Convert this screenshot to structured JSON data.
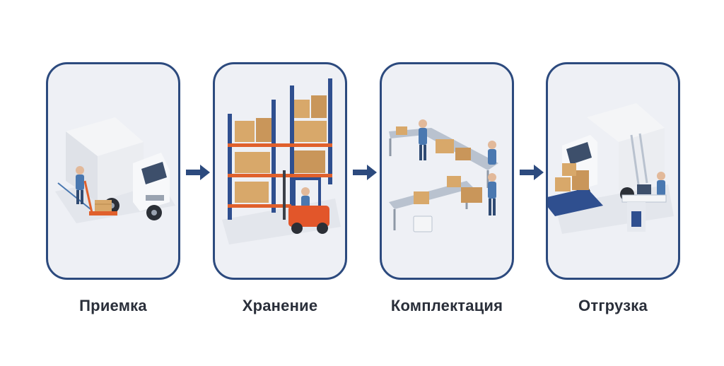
{
  "stages": [
    {
      "label": "Приемка",
      "icon": "truck-receiving-icon"
    },
    {
      "label": "Хранение",
      "icon": "warehouse-rack-forklift-icon"
    },
    {
      "label": "Комплектация",
      "icon": "conveyor-picking-icon"
    },
    {
      "label": "Отгрузка",
      "icon": "truck-loading-icon"
    }
  ],
  "colors": {
    "frame": "#2c4a7e",
    "arrow": "#2c4a7e",
    "panel_bg": "#eef0f5",
    "box": "#d8a86a",
    "rack_blue": "#2f4f8f",
    "rack_orange": "#e0602c",
    "forklift": "#e2562a",
    "worker": "#4a78b0"
  }
}
